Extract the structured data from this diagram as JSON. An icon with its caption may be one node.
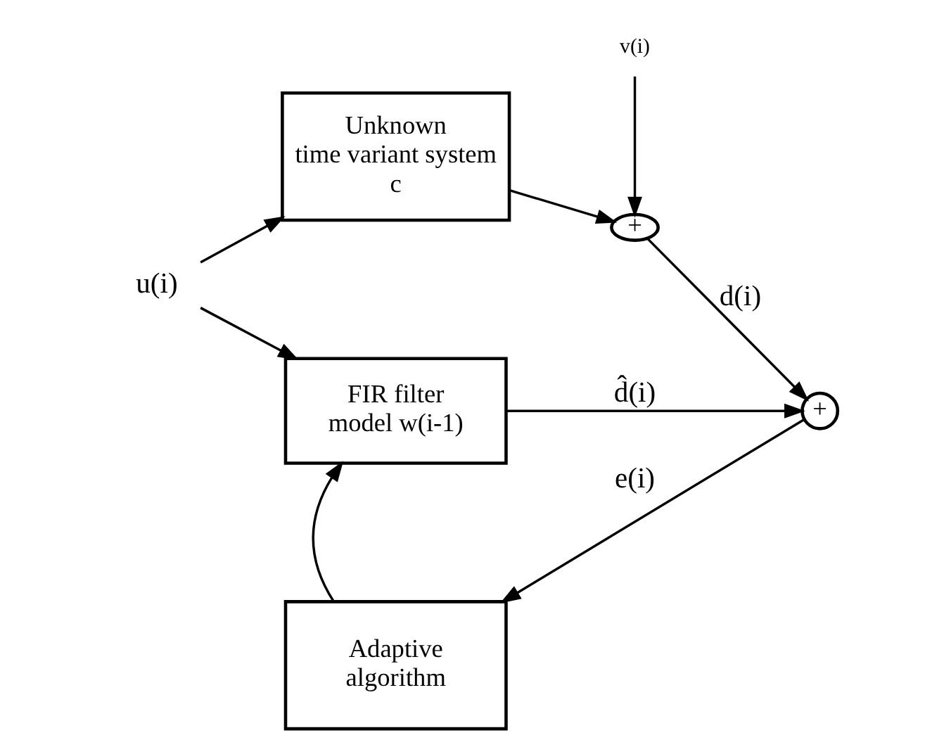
{
  "diagram": {
    "nodes": [
      {
        "text": [
          "u(i)"
        ]
      },
      {
        "text": [
          "Unknown time variant system c"
        ]
      },
      {
        "text": [
          "FIR filter model w(i-1)"
        ]
      },
      {
        "text": [
          "+"
        ]
      },
      {
        "text": [
          "v(i)"
        ]
      },
      {
        "text": [
          "+"
        ]
      },
      {
        "text": [
          "Adaptive algorithm"
        ]
      }
    ],
    "edges": [
      {
        "from": 0,
        "to": 1,
        "arrow": "to"
      },
      {
        "from": 0,
        "to": 2,
        "arrow": "to"
      },
      {
        "from": 1,
        "to": 3,
        "arrow": "to"
      },
      {
        "from": 4,
        "to": 3,
        "arrow": "to"
      },
      {
        "from": 3,
        "to": 5,
        "arrow": "to",
        "label": "d(i)"
      },
      {
        "from": 2,
        "to": 5,
        "arrow": "to",
        "label": "d̂(i)"
      },
      {
        "from": 5,
        "to": 6,
        "arrow": "to",
        "label": "e(i)"
      },
      {
        "from": 6,
        "to": 2,
        "arrow": "to"
      }
    ]
  }
}
